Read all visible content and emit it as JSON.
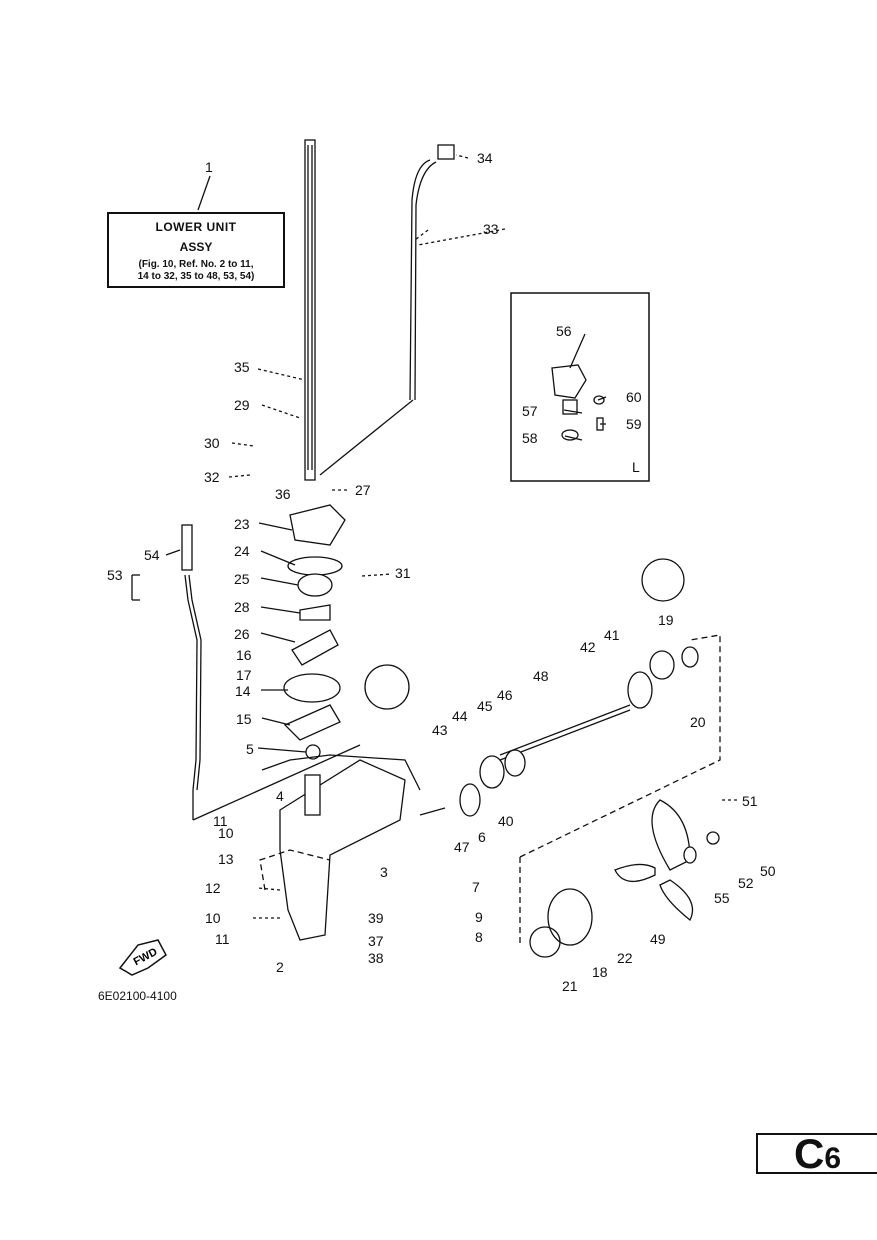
{
  "assy_label": {
    "title": "LOWER UNIT",
    "subtitle": "ASSY",
    "note_line1": "(Fig. 10, Ref. No. 2 to 11,",
    "note_line2": "14 to 32, 35 to 48, 53, 54)"
  },
  "inset_letter": "L",
  "fwd_label": "FWD",
  "diagram_code": "6E02100-4100",
  "page_badge": {
    "letter": "C",
    "number": "6"
  },
  "callouts": [
    "1",
    "2",
    "3",
    "4",
    "5",
    "6",
    "7",
    "8",
    "9",
    "10",
    "10",
    "11",
    "11",
    "12",
    "13",
    "14",
    "15",
    "16",
    "17",
    "18",
    "19",
    "20",
    "21",
    "22",
    "23",
    "24",
    "25",
    "26",
    "27",
    "28",
    "29",
    "30",
    "31",
    "32",
    "33",
    "34",
    "35",
    "36",
    "37",
    "38",
    "39",
    "40",
    "41",
    "42",
    "43",
    "44",
    "45",
    "46",
    "47",
    "48",
    "49",
    "50",
    "51",
    "52",
    "53",
    "54",
    "55",
    "56",
    "57",
    "58",
    "59",
    "60"
  ]
}
